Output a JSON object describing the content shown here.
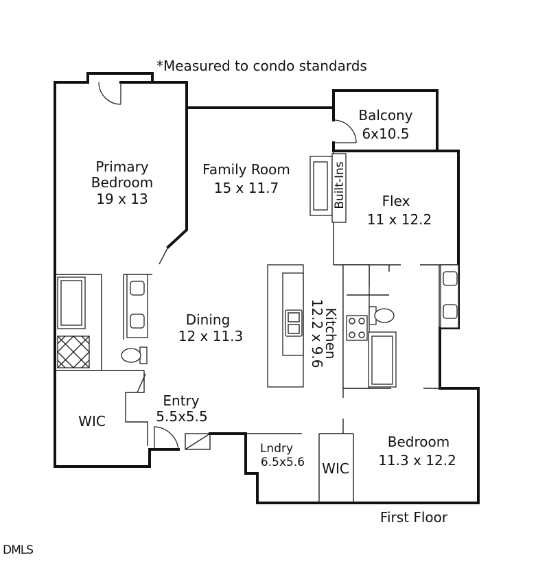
{
  "note": "*Measured to condo standards",
  "floor_label": "First Floor",
  "watermark": "DMLS",
  "rooms": {
    "balcony": {
      "name": "Balcony",
      "dims": "6x10.5"
    },
    "primary_bedroom": {
      "name1": "Primary",
      "name2": "Bedroom",
      "dims": "19 x 13"
    },
    "family_room": {
      "name": "Family Room",
      "dims": "15 x 11.7"
    },
    "builtins": {
      "name": "Built-Ins"
    },
    "flex": {
      "name": "Flex",
      "dims": "11 x 12.2"
    },
    "dining": {
      "name": "Dining",
      "dims": "12 x 11.3"
    },
    "kitchen": {
      "name": "Kitchen",
      "dims": "12.2 x 9.6"
    },
    "entry": {
      "name": "Entry",
      "dims": "5.5x5.5"
    },
    "wic_left": {
      "name": "WIC"
    },
    "laundry": {
      "name": "Lndry",
      "dims": "6.5x5.6"
    },
    "wic_right": {
      "name": "WIC"
    },
    "bedroom": {
      "name": "Bedroom",
      "dims": "11.3 x 12.2"
    }
  }
}
